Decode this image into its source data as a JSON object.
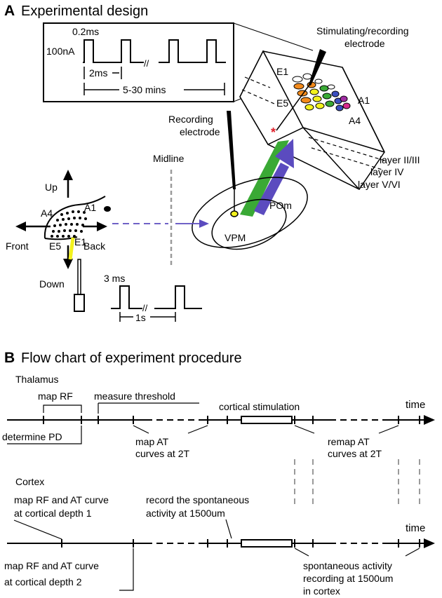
{
  "panel_a": {
    "letter": "A",
    "title": "Experimental design",
    "pulse_inset": {
      "width_label": "0.2ms",
      "amplitude_label": "100nA",
      "break_mark": "//",
      "interval_label": "2ms",
      "duration_label": "5-30 mins"
    },
    "stim_electrode_line1": "Stimulating/recording",
    "stim_electrode_line2": "electrode",
    "whisker_labels": {
      "e1": "E1",
      "e5": "E5",
      "a1": "A1",
      "a4": "A4"
    },
    "star": "*",
    "layers": [
      "layer II/III",
      "layer IV",
      "layer V/VI"
    ],
    "recording_electrode_line1": "Recording",
    "recording_electrode_line2": "electrode",
    "midline": "Midline",
    "thalamus": {
      "vpm": "VPM",
      "pom": "POm"
    },
    "directions": {
      "up": "Up",
      "down": "Down",
      "front": "Front",
      "back": "Back"
    },
    "whisker_pad": {
      "a4": "A4",
      "a1": "A1",
      "e5": "E5",
      "e1": "E1"
    },
    "whisker_stim": {
      "width_label": "3 ms",
      "interval_label": "1s",
      "break_mark": "//"
    },
    "colors": {
      "green_pathway": "#3aa935",
      "purple_pathway": "#5b4bbf",
      "midline_dash": "#9a9a9a",
      "star": "#e0212b",
      "deflector": "#f3f21d"
    }
  },
  "panel_b": {
    "letter": "B",
    "title": "Flow chart of experiment procedure",
    "thalamus_heading": "Thalamus",
    "map_rf": "map RF",
    "measure_threshold": "measure threshold",
    "cortical_stimulation": "cortical stimulation",
    "time_label": "time",
    "determine_pd": "determine PD",
    "map_at_line1": "map AT",
    "map_at_line2": "curves at 2T",
    "remap_at_line1": "remap AT",
    "remap_at_line2": "curves at 2T",
    "cortex_heading": "Cortex",
    "depth1_line1": "map RF and AT curve",
    "depth1_line2": "at cortical depth 1",
    "spont_line1": "record the spontaneous",
    "spont_line2": "activity at 1500um",
    "depth2_line1": "map RF and AT curve",
    "depth2_line2": "at cortical depth 2",
    "spont_rec_line1": "spontaneous activity",
    "spont_rec_line2": "recording at 1500um",
    "spont_rec_line3": "in cortex"
  }
}
